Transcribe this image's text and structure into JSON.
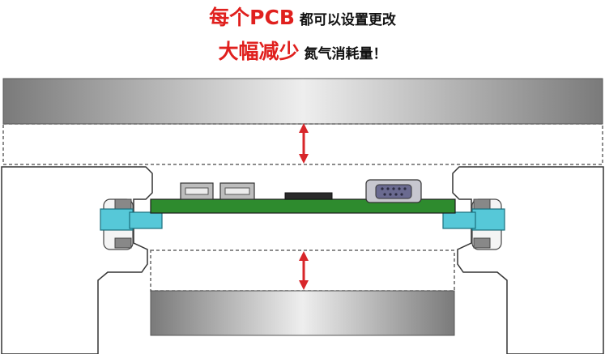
{
  "headline_1": {
    "emphasis": "每个PCB",
    "rest": " 都可以设置更改"
  },
  "headline_2": {
    "emphasis": "大幅减少",
    "rest": " 氮气消耗量！"
  },
  "colors": {
    "emphasis_red": "#e0201e",
    "pcb_green": "#2e8b2e",
    "clamp_cyan": "#56c8d8",
    "arrow_red": "#d8262a"
  }
}
